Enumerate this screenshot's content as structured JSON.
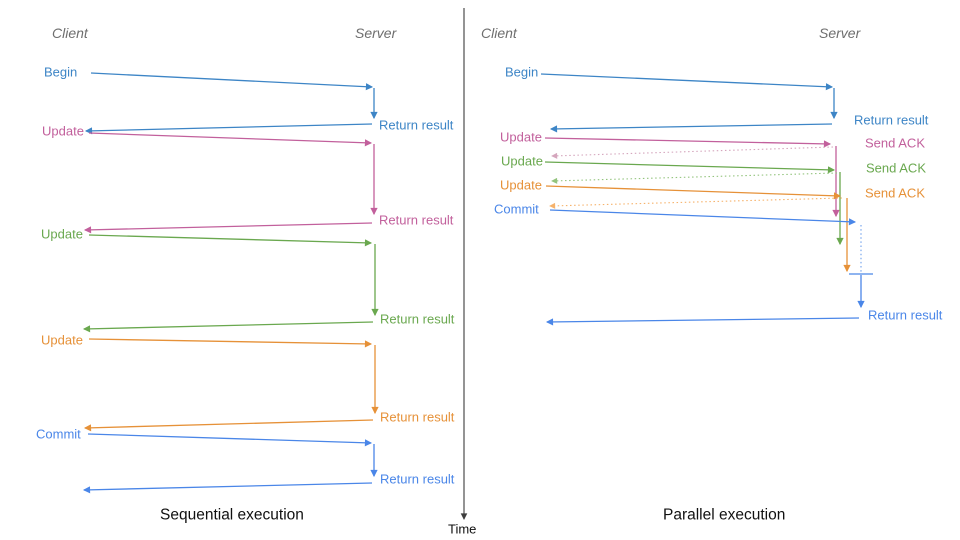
{
  "seq": {
    "caption": "Sequential execution",
    "client_header": "Client",
    "server_header": "Server",
    "steps": [
      {
        "label": "Begin",
        "response": "Return result"
      },
      {
        "label": "Update",
        "response": "Return result"
      },
      {
        "label": "Update",
        "response": "Return result"
      },
      {
        "label": "Update",
        "response": "Return result"
      },
      {
        "label": "Commit",
        "response": "Return result"
      }
    ]
  },
  "par": {
    "caption": "Parallel execution",
    "client_header": "Client",
    "server_header": "Server",
    "steps": [
      {
        "label": "Begin",
        "response": "Return result"
      },
      {
        "label": "Update",
        "response": "Send ACK"
      },
      {
        "label": "Update",
        "response": "Send ACK"
      },
      {
        "label": "Update",
        "response": "Send ACK"
      },
      {
        "label": "Commit",
        "response": "Return result"
      }
    ]
  },
  "time_axis": {
    "label": "Time"
  },
  "colors": {
    "begin_blue": "#3d85c6",
    "commit_blue": "#4a86e8",
    "commit_blue_light": "#6d9eeb",
    "update1_pink": "#c2609c",
    "update1_pink_light": "#d5a6bd",
    "update2_green": "#6aa84f",
    "update2_green_light": "#93c47d",
    "update3_orange": "#e69138",
    "update3_orange_light": "#f6b26b",
    "header_gray": "#6e6e6e",
    "caption_black": "#111111"
  }
}
